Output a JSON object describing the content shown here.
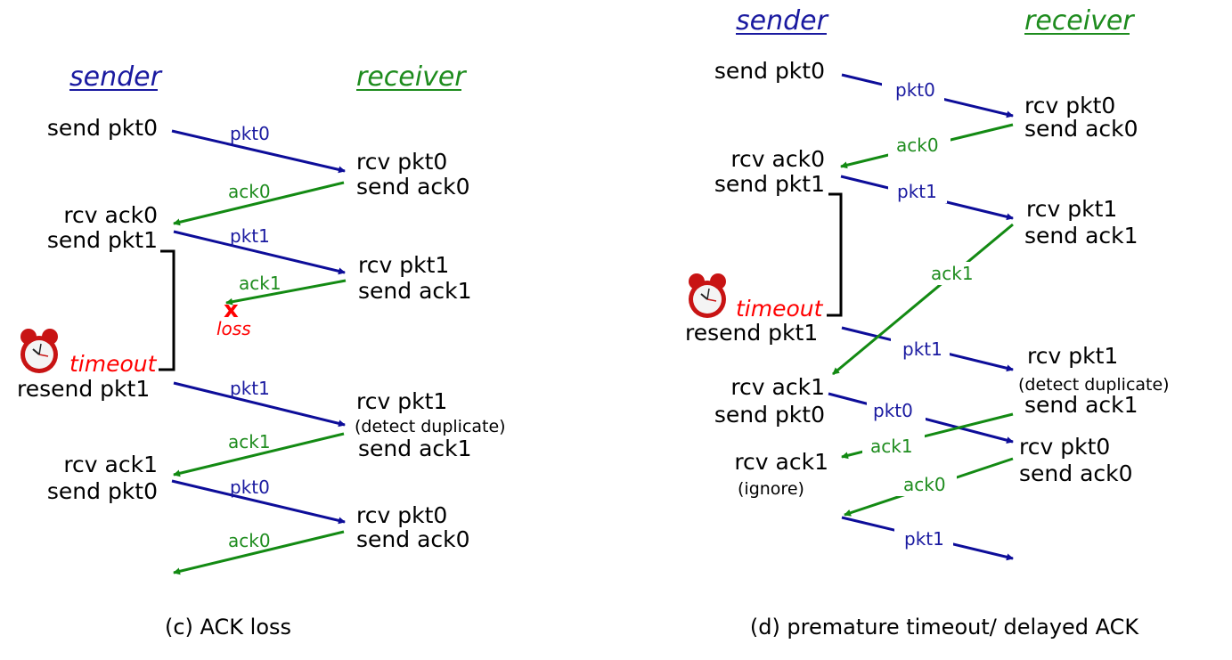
{
  "panel_c": {
    "sender": "sender",
    "receiver": "receiver",
    "caption": "(c) ACK loss",
    "sender_events": [
      "send pkt0",
      "rcv ack0",
      "send pkt1",
      "timeout",
      "resend pkt1",
      "rcv ack1",
      "send pkt0"
    ],
    "receiver_events": [
      "rcv pkt0",
      "send ack0",
      "rcv pkt1",
      "send ack1",
      "rcv pkt1",
      "(detect duplicate)",
      "send ack1",
      "rcv pkt0",
      "send ack0"
    ],
    "messages": [
      "pkt0",
      "ack0",
      "pkt1",
      "ack1",
      "pkt1",
      "ack1",
      "pkt0",
      "ack0"
    ],
    "loss_mark": "x",
    "loss_label": "loss"
  },
  "panel_d": {
    "sender": "sender",
    "receiver": "receiver",
    "caption": "(d) premature timeout/ delayed ACK",
    "sender_events": [
      "send pkt0",
      "rcv ack0",
      "send pkt1",
      "timeout",
      "resend pkt1",
      "rcv ack1",
      "send pkt0",
      "rcv ack1",
      "(ignore)"
    ],
    "receiver_events": [
      "rcv pkt0",
      "send ack0",
      "rcv pkt1",
      "send ack1",
      "rcv pkt1",
      "(detect duplicate)",
      "send ack1",
      "rcv pkt0",
      "send ack0"
    ],
    "messages": [
      "pkt0",
      "ack0",
      "pkt1",
      "ack1",
      "pkt1",
      "pkt0",
      "ack1",
      "ack0",
      "pkt1"
    ]
  },
  "colors": {
    "sender": "#1a1aa0",
    "receiver": "#1e8c1e",
    "packet": "#0d0d99",
    "ack": "#138a13",
    "alert": "#ff0000"
  },
  "icons": [
    "alarm-clock-icon",
    "loss-x-icon"
  ]
}
